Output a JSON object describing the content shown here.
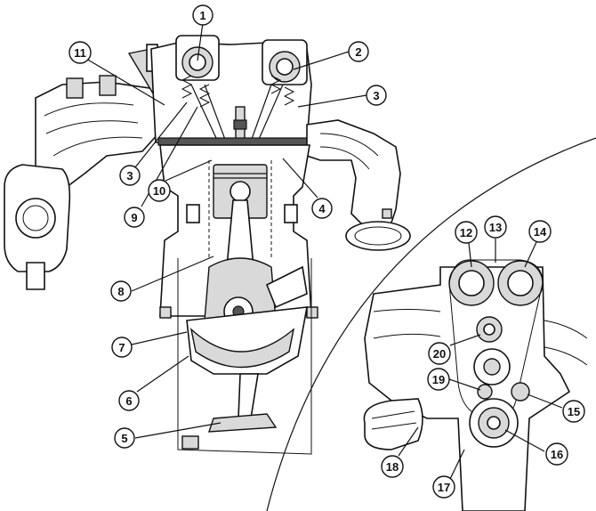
{
  "figure": {
    "main_view": "cross-section",
    "inset_view": "timing-belt front view"
  },
  "callouts": [
    {
      "id": "c1",
      "label": "1"
    },
    {
      "id": "c2",
      "label": "2"
    },
    {
      "id": "c3a",
      "label": "3"
    },
    {
      "id": "c3b",
      "label": "3"
    },
    {
      "id": "c4",
      "label": "4"
    },
    {
      "id": "c5",
      "label": "5"
    },
    {
      "id": "c6",
      "label": "6"
    },
    {
      "id": "c7",
      "label": "7"
    },
    {
      "id": "c8",
      "label": "8"
    },
    {
      "id": "c9",
      "label": "9"
    },
    {
      "id": "c10",
      "label": "10"
    },
    {
      "id": "c11",
      "label": "11"
    },
    {
      "id": "c12",
      "label": "12"
    },
    {
      "id": "c13",
      "label": "13"
    },
    {
      "id": "c14",
      "label": "14"
    },
    {
      "id": "c15",
      "label": "15"
    },
    {
      "id": "c16",
      "label": "16"
    },
    {
      "id": "c17",
      "label": "17"
    },
    {
      "id": "c18",
      "label": "18"
    },
    {
      "id": "c19",
      "label": "19"
    },
    {
      "id": "c20",
      "label": "20"
    }
  ]
}
